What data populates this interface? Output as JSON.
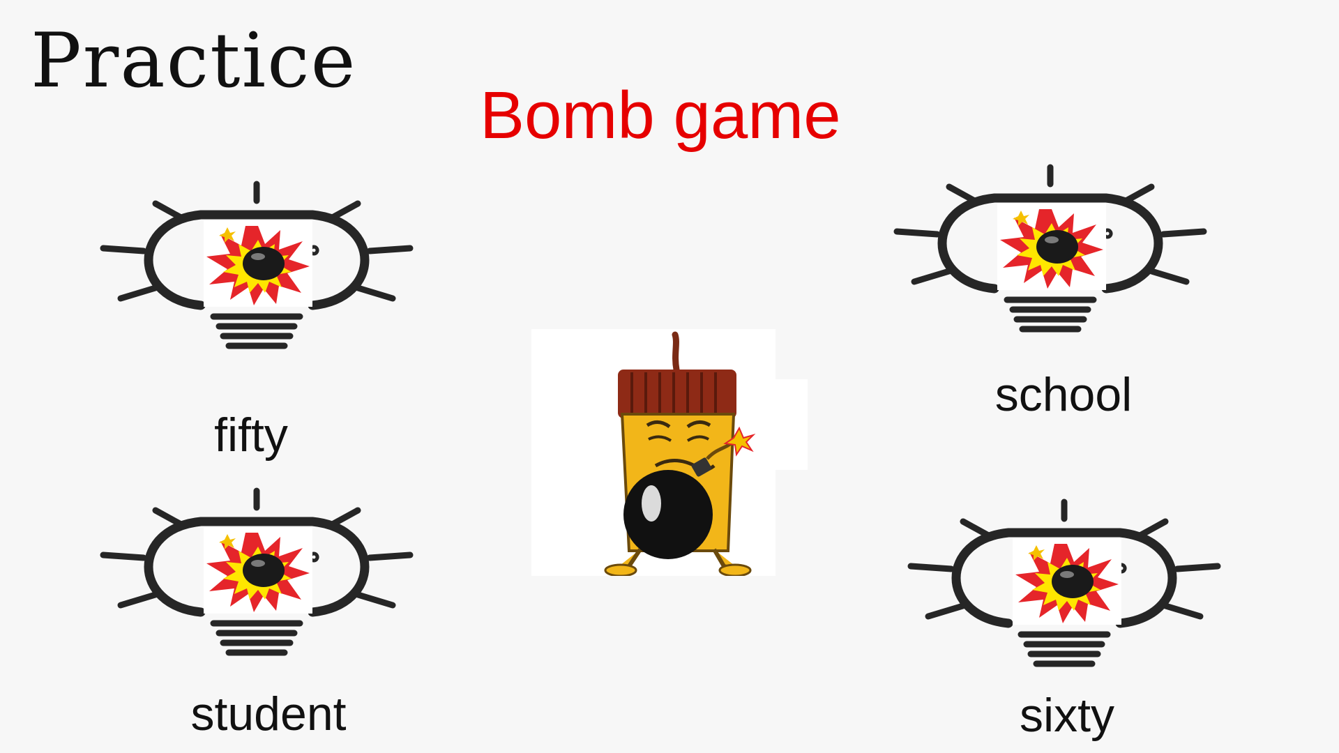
{
  "slide": {
    "heading": "Practice",
    "game_title": "Bomb game"
  },
  "words": {
    "top_left": "fifty",
    "top_right": "school",
    "bottom_left": "student",
    "bottom_right": "sixty"
  },
  "colors": {
    "title_red": "#e60000",
    "text_dark": "#111111",
    "background": "#f7f7f7",
    "bulb_stroke": "#262626",
    "burst_red": "#e5252a",
    "burst_yellow": "#ffe600",
    "bomb_black": "#1a1a1a",
    "firecracker_body": "#f2b619",
    "firecracker_cap": "#8e2a16"
  },
  "icons": {
    "bulb": "lightbulb-icon",
    "bomb": "bomb-explosion-icon",
    "character": "firecracker-character-holding-bomb"
  }
}
